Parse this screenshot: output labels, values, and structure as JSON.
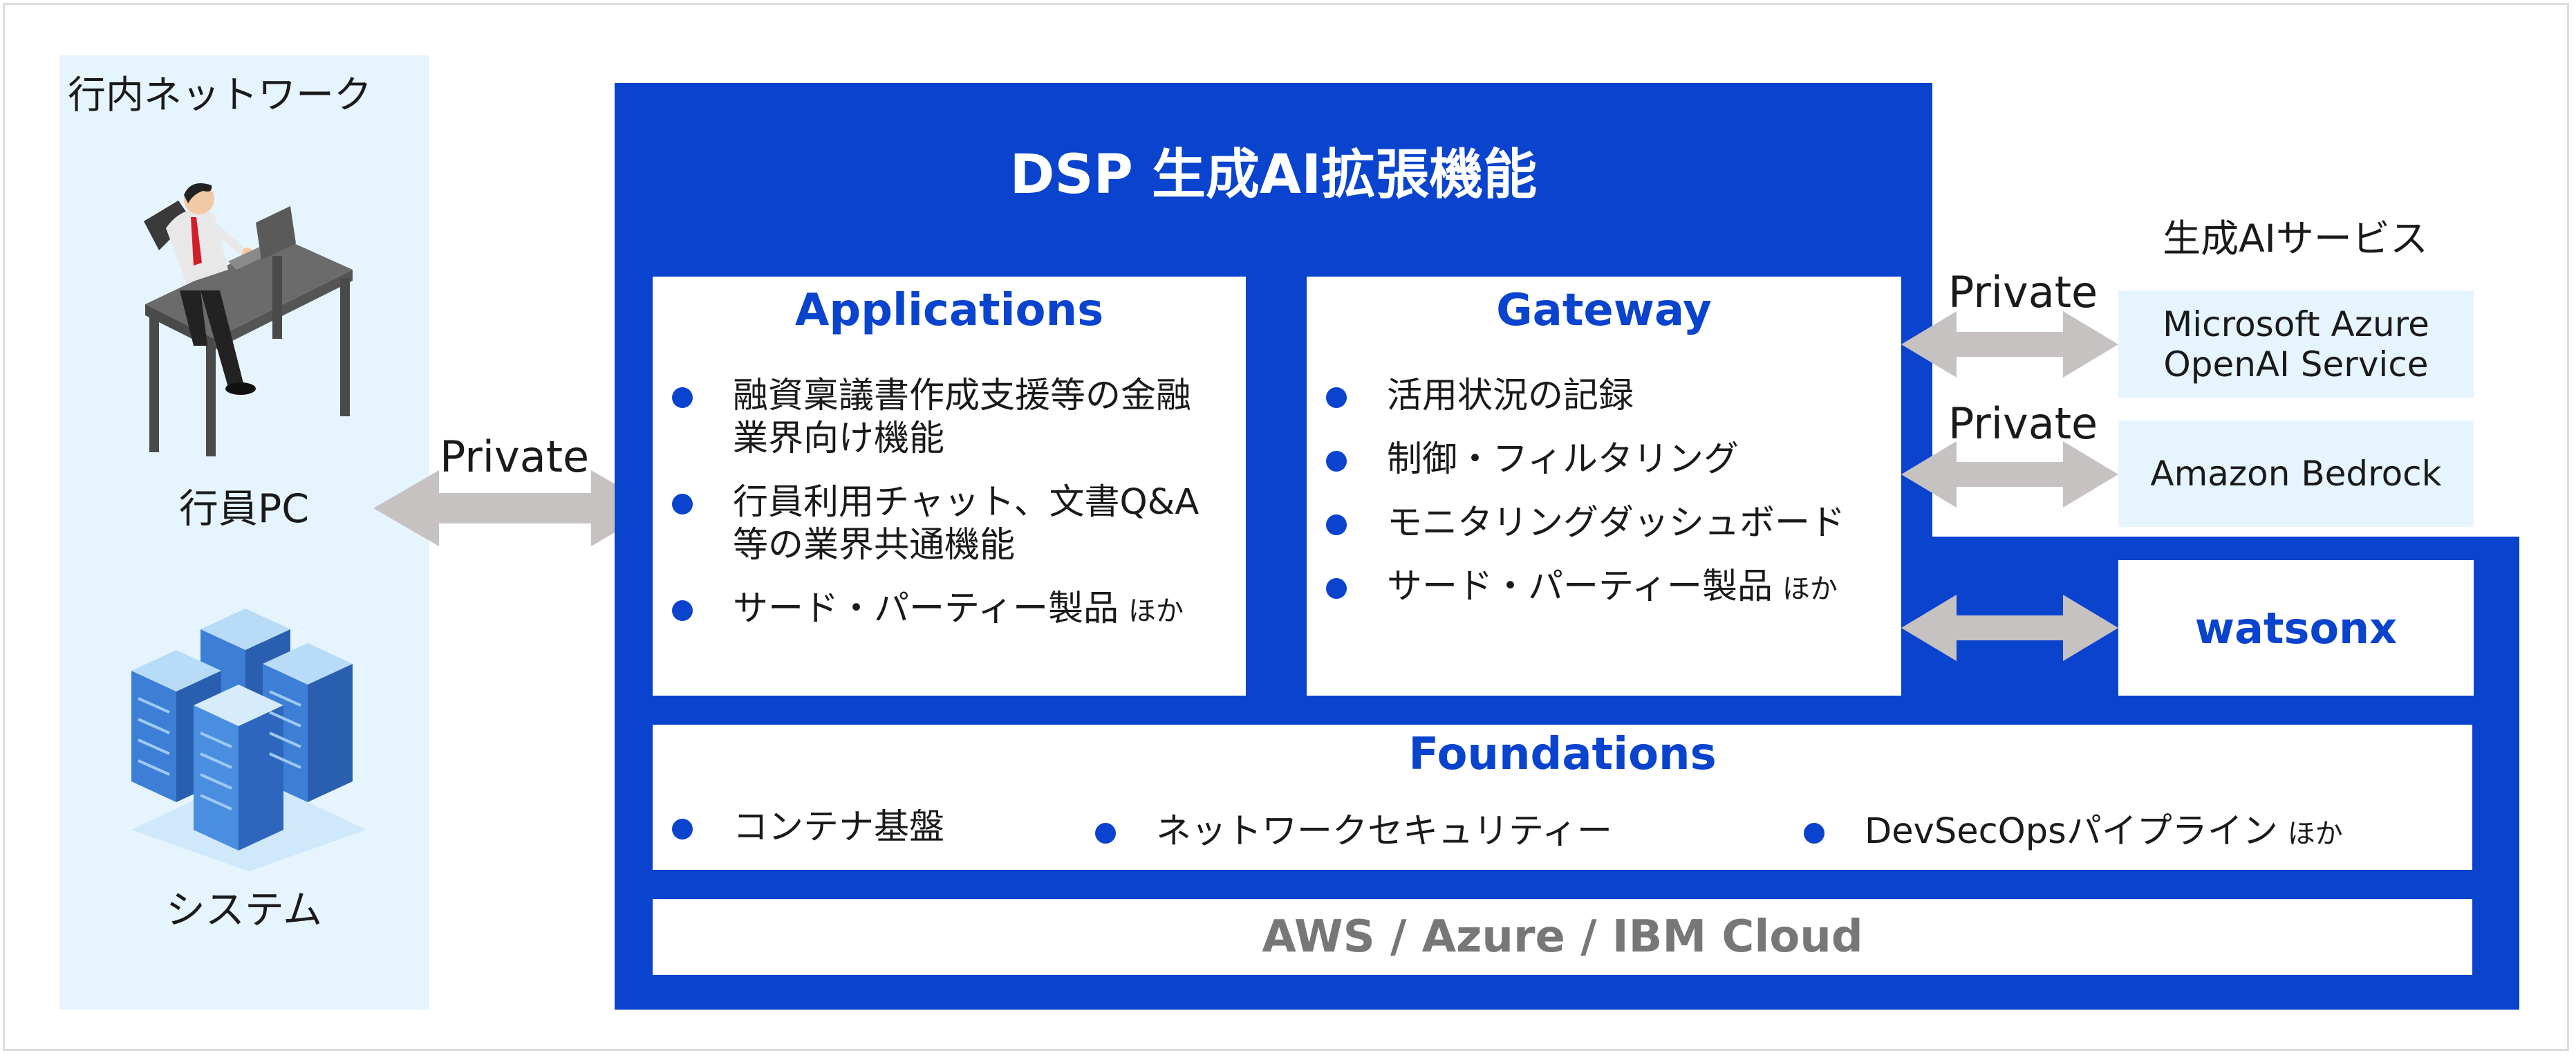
{
  "network": {
    "label": "行内ネットワーク",
    "employee_pc": "行員PC",
    "system": "システム"
  },
  "dsp": {
    "title": "DSP 生成AI拡張機能"
  },
  "applications": {
    "title": "Applications",
    "items": [
      {
        "line1": "融資稟議書作成支援等の金融",
        "line2": "業界向け機能",
        "suffix": ""
      },
      {
        "line1": "行員利用チャット、文書Q&A",
        "line2": "等の業界共通機能",
        "suffix": ""
      },
      {
        "line1": "サード・パーティー製品",
        "line2": "",
        "suffix": "ほか"
      }
    ]
  },
  "gateway": {
    "title": "Gateway",
    "items": [
      {
        "text": "活用状況の記録",
        "suffix": ""
      },
      {
        "text": "制御・フィルタリング",
        "suffix": ""
      },
      {
        "text": "モニタリングダッシュボード",
        "suffix": ""
      },
      {
        "text": "サード・パーティー製品",
        "suffix": "ほか"
      }
    ]
  },
  "foundations": {
    "title": "Foundations",
    "items": [
      {
        "text": "コンテナ基盤",
        "suffix": ""
      },
      {
        "text": "ネットワークセキュリティー",
        "suffix": ""
      },
      {
        "text": "DevSecOpsパイプライン",
        "suffix": "ほか"
      }
    ]
  },
  "cloud": {
    "label": "AWS / Azure / IBM Cloud"
  },
  "genai": {
    "label": "生成AIサービス",
    "azure": {
      "line1": "Microsoft Azure",
      "line2": "OpenAI Service"
    },
    "bedrock": "Amazon Bedrock",
    "watsonx": "watsonx"
  },
  "connections": {
    "private_left": "Private",
    "private_azure": "Private",
    "private_bedrock": "Private"
  },
  "colors": {
    "dsp_blue": "#0a43ce",
    "panel_light_blue": "#e6f4fd",
    "arrow_gray": "#c7c2c2",
    "cloud_text_gray": "#777777"
  }
}
